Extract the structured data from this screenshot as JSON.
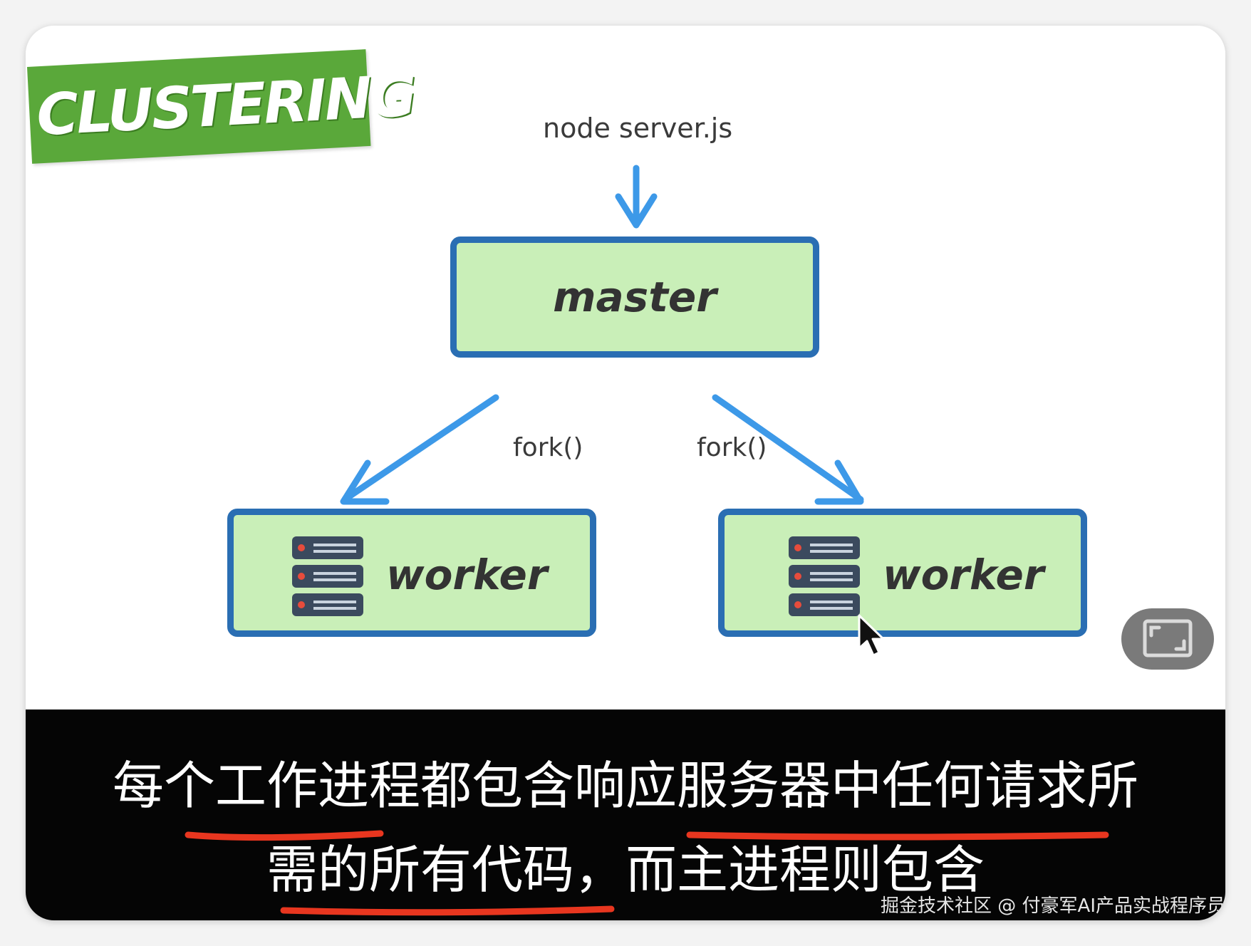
{
  "banner": {
    "title": "CLUSTERING"
  },
  "diagram": {
    "command": "node server.js",
    "master": "master",
    "fork_left": "fork()",
    "fork_right": "fork()",
    "worker_left": "worker",
    "worker_right": "worker"
  },
  "subtitles": {
    "line1": "每个工作进程都包含响应服务器中任何请求所",
    "line2": "需的所有代码，而主进程则包含"
  },
  "watermark": "掘金技术社区 @ 付豪军AI产品实战程序员",
  "colors": {
    "banner_green": "#5aa83a",
    "box_fill": "#c9efb8",
    "box_border": "#2a6eb3",
    "arrow_blue": "#3d99e8",
    "underline_red": "#e8361f"
  },
  "icons": [
    "server-icon",
    "fullscreen-icon",
    "cursor-icon"
  ]
}
